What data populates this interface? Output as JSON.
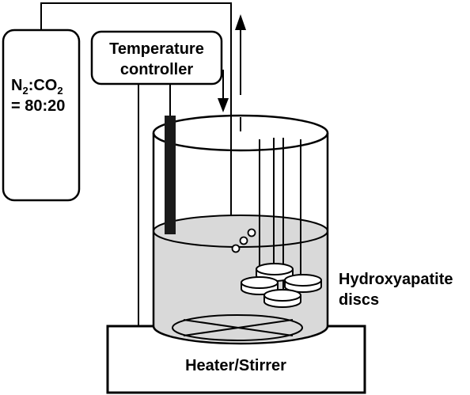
{
  "labels": {
    "gas_tank": {
      "species_a": "N",
      "sub_a": "2",
      "sep": ":CO",
      "sub_b": "2",
      "ratio": "= 80:20"
    },
    "controller": {
      "line1": "Temperature",
      "line2": "controller"
    },
    "samples": {
      "line1": "Hydroxyapatite",
      "line2": "discs"
    },
    "base": "Heater/Stirrer"
  },
  "colors": {
    "stroke": "#000000",
    "liquid": "#d9d9d9",
    "disc_fill": "#ffffff",
    "probe": "#1a1a1a"
  }
}
